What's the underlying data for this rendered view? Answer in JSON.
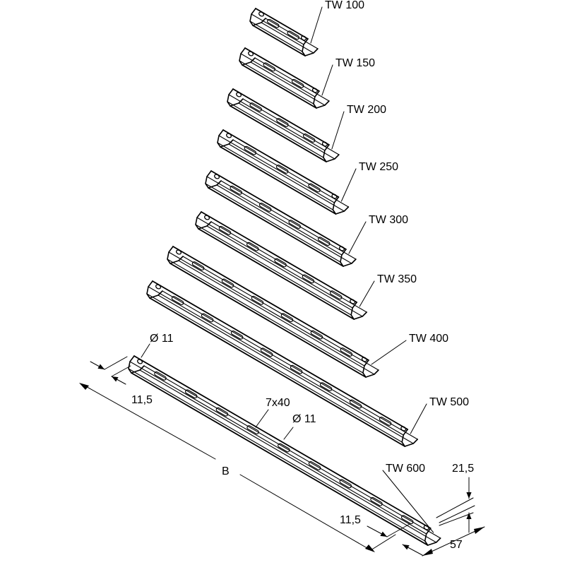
{
  "rails": [
    {
      "label": "TW 100"
    },
    {
      "label": "TW 150"
    },
    {
      "label": "TW 200"
    },
    {
      "label": "TW 250"
    },
    {
      "label": "TW 300"
    },
    {
      "label": "TW 350"
    },
    {
      "label": "TW 400"
    },
    {
      "label": "TW 500"
    },
    {
      "label": "TW 600"
    }
  ],
  "dimensions": {
    "hole_end": "Ø 11",
    "edge_left": "11,5",
    "slot": "7x40",
    "hole_mid": "Ø 11",
    "length": "B",
    "edge_right": "11,5",
    "height": "21,5",
    "width": "57"
  }
}
